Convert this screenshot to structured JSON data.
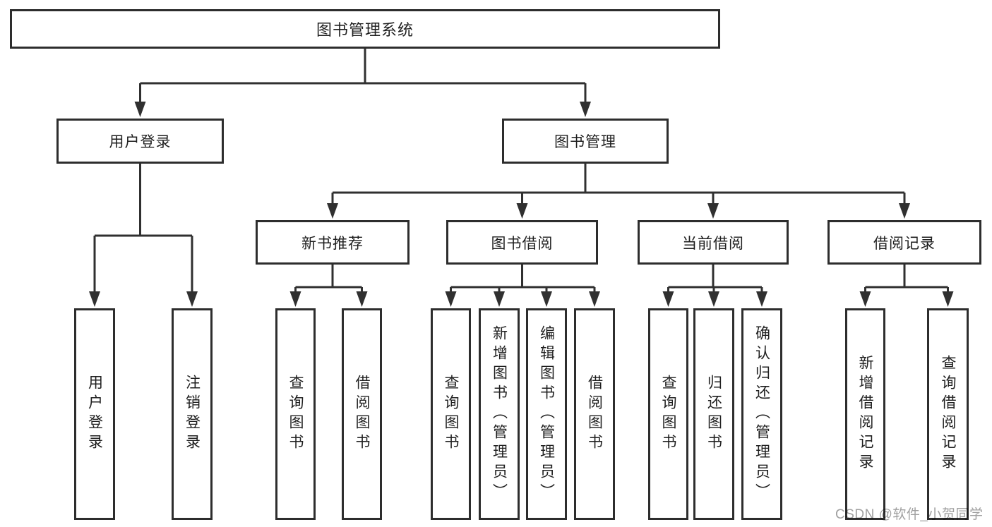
{
  "diagram": {
    "root": "图书管理系统",
    "user_login": {
      "label": "用户登录",
      "children": [
        "用户登录",
        "注销登录"
      ]
    },
    "book_mgmt": {
      "label": "图书管理",
      "sections": [
        {
          "label": "新书推荐",
          "children": [
            "查询图书",
            "借阅图书"
          ]
        },
        {
          "label": "图书借阅",
          "children": [
            "查询图书",
            "新增图书（管理员）",
            "编辑图书（管理员）",
            "借阅图书"
          ]
        },
        {
          "label": "当前借阅",
          "children": [
            "查询图书",
            "归还图书",
            "确认归还（管理员）"
          ]
        },
        {
          "label": "借阅记录",
          "children": [
            "新增借阅记录",
            "查询借阅记录"
          ]
        }
      ]
    }
  },
  "watermark": "CSDN @软件_小贺同学"
}
